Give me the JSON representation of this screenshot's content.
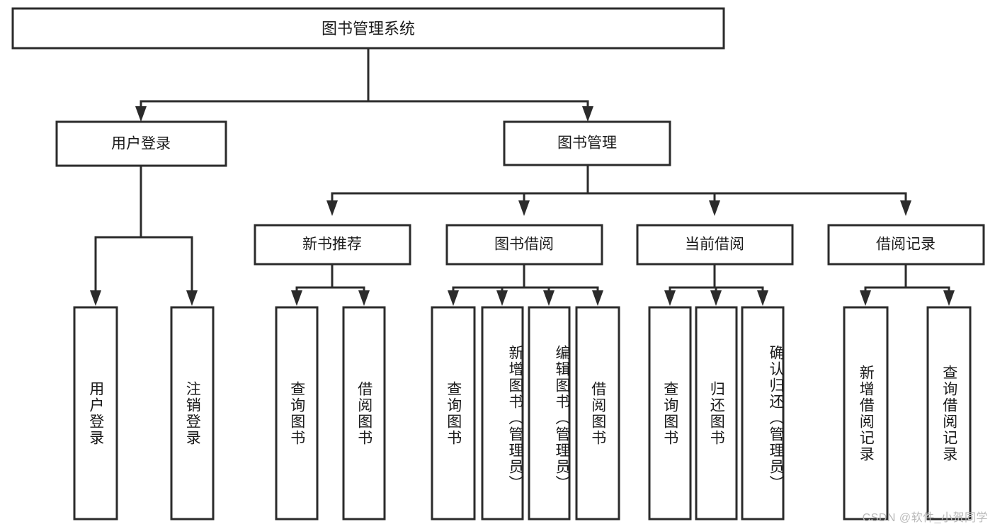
{
  "diagram": {
    "type": "tree-hierarchy",
    "title": "图书管理系统",
    "root": {
      "id": "root",
      "label": "图书管理系统",
      "orientation": "horizontal"
    },
    "level2": [
      {
        "id": "user-login",
        "label": "用户登录",
        "orientation": "horizontal"
      },
      {
        "id": "book-manage",
        "label": "图书管理",
        "orientation": "horizontal"
      }
    ],
    "level3": [
      {
        "id": "new-book-recommend",
        "label": "新书推荐",
        "parent": "book-manage",
        "orientation": "horizontal"
      },
      {
        "id": "book-borrow",
        "label": "图书借阅",
        "parent": "book-manage",
        "orientation": "horizontal"
      },
      {
        "id": "current-borrow",
        "label": "当前借阅",
        "parent": "book-manage",
        "orientation": "horizontal"
      },
      {
        "id": "borrow-record",
        "label": "借阅记录",
        "parent": "book-manage",
        "orientation": "horizontal"
      }
    ],
    "leaves": [
      {
        "id": "leaf-user-login",
        "label": "用户登录",
        "parent": "user-login",
        "orientation": "vertical"
      },
      {
        "id": "leaf-logout",
        "label": "注销登录",
        "parent": "user-login",
        "orientation": "vertical"
      },
      {
        "id": "leaf-query-book-1",
        "label": "查询图书",
        "parent": "new-book-recommend",
        "orientation": "vertical"
      },
      {
        "id": "leaf-borrow-book-1",
        "label": "借阅图书",
        "parent": "new-book-recommend",
        "orientation": "vertical"
      },
      {
        "id": "leaf-query-book-2",
        "label": "查询图书",
        "parent": "book-borrow",
        "orientation": "vertical"
      },
      {
        "id": "leaf-add-book",
        "label": "新增图书（管理员）",
        "parent": "book-borrow",
        "orientation": "vertical"
      },
      {
        "id": "leaf-edit-book",
        "label": "编辑图书（管理员）",
        "parent": "book-borrow",
        "orientation": "vertical"
      },
      {
        "id": "leaf-borrow-book-2",
        "label": "借阅图书",
        "parent": "book-borrow",
        "orientation": "vertical"
      },
      {
        "id": "leaf-query-book-3",
        "label": "查询图书",
        "parent": "current-borrow",
        "orientation": "vertical"
      },
      {
        "id": "leaf-return-book",
        "label": "归还图书",
        "parent": "current-borrow",
        "orientation": "vertical"
      },
      {
        "id": "leaf-confirm-return",
        "label": "确认归还（管理员）",
        "parent": "current-borrow",
        "orientation": "vertical"
      },
      {
        "id": "leaf-add-record",
        "label": "新增借阅记录",
        "parent": "borrow-record",
        "orientation": "vertical"
      },
      {
        "id": "leaf-query-record",
        "label": "查询借阅记录",
        "parent": "borrow-record",
        "orientation": "vertical"
      }
    ],
    "style": {
      "node_fill": "#ffffff",
      "node_stroke": "#2b2b2b",
      "text_color": "#1b1b1b",
      "background": "#ffffff"
    }
  },
  "watermark": {
    "text": "CSDN @软件_小贺同学"
  }
}
